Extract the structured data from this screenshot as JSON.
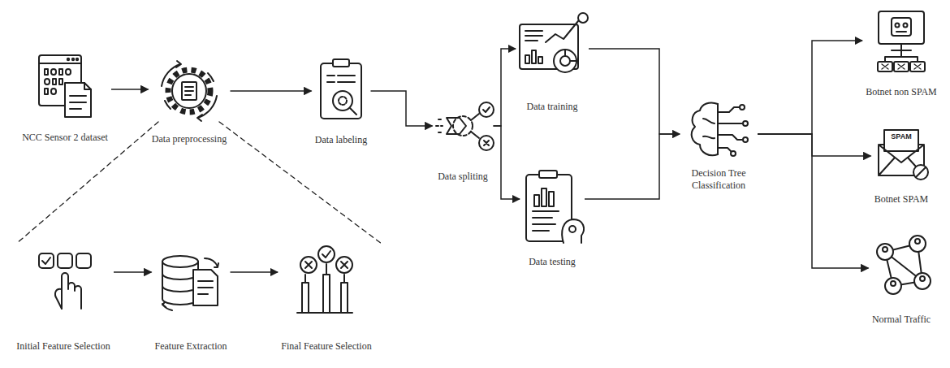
{
  "diagram": {
    "nodes": [
      {
        "text": [
          "NCC Sensor 2 dataset"
        ]
      },
      {
        "text": [
          "Data preprocessing"
        ]
      },
      {
        "text": [
          "Data labeling"
        ]
      },
      {
        "text": [
          "Data spliting"
        ]
      },
      {
        "text": [
          "Data training"
        ]
      },
      {
        "text": [
          "Data testing"
        ]
      },
      {
        "text": [
          "Decision Tree Classification"
        ]
      },
      {
        "text": [
          "Botnet non SPAM"
        ]
      },
      {
        "text": [
          "Botnet SPAM"
        ]
      },
      {
        "text": [
          "Normal Traffic"
        ]
      },
      {
        "text": [
          "Initial Feature Selection"
        ]
      },
      {
        "text": [
          "Feature Extraction"
        ]
      },
      {
        "text": [
          "Final Feature Selection"
        ]
      }
    ],
    "edges": [
      {
        "from": 0,
        "to": 1,
        "arrow": "to"
      },
      {
        "from": 1,
        "to": 2,
        "arrow": "to"
      },
      {
        "from": 2,
        "to": 3,
        "arrow": "to"
      },
      {
        "from": 3,
        "to": 4,
        "arrow": "to"
      },
      {
        "from": 3,
        "to": 5,
        "arrow": "to"
      },
      {
        "from": 4,
        "to": 6,
        "arrow": "to"
      },
      {
        "from": 5,
        "to": 6,
        "arrow": "to"
      },
      {
        "from": 6,
        "to": 7,
        "arrow": "to"
      },
      {
        "from": 6,
        "to": 8,
        "arrow": "to"
      },
      {
        "from": 6,
        "to": 9,
        "arrow": "to"
      },
      {
        "from": 10,
        "to": 11,
        "arrow": "to"
      },
      {
        "from": 11,
        "to": 12,
        "arrow": "to"
      }
    ],
    "labels": [
      "SPAM"
    ]
  }
}
